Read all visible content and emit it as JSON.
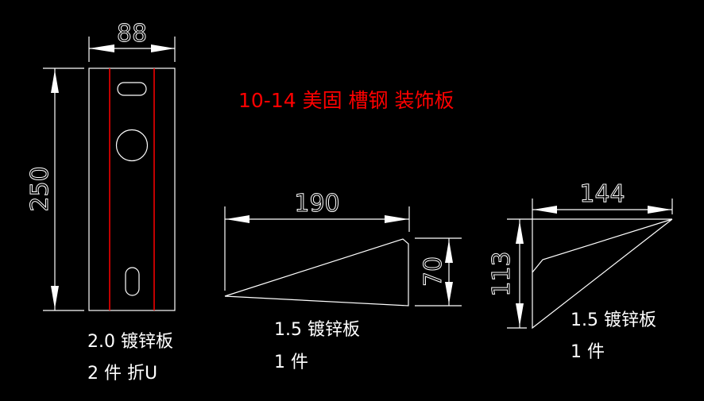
{
  "title": "10-14 美固 槽钢 装饰板",
  "colors": {
    "background": "#000000",
    "lines": "#ffffff",
    "accent": "#ff0000"
  },
  "parts": [
    {
      "name": "u-channel-plate",
      "dims": {
        "width": "88",
        "height": "250"
      },
      "material": "2.0 镀锌板",
      "note": "2 件 折U"
    },
    {
      "name": "wedge-plate-1",
      "dims": {
        "width": "190",
        "height": "70"
      },
      "material": "1.5 镀锌板",
      "note": "1 件"
    },
    {
      "name": "wedge-plate-2",
      "dims": {
        "width": "144",
        "height": "113"
      },
      "material": "1.5 镀锌板",
      "note": "1 件"
    }
  ]
}
